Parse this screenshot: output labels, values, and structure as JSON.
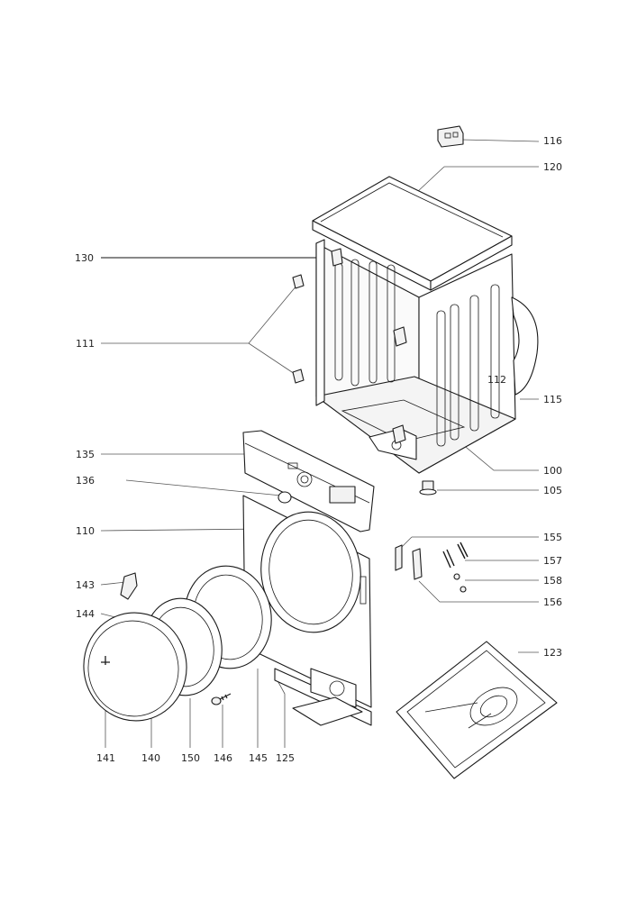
{
  "callouts": [
    {
      "id": "116",
      "label": "116"
    },
    {
      "id": "120",
      "label": "120"
    },
    {
      "id": "130",
      "label": "130"
    },
    {
      "id": "111",
      "label": "111"
    },
    {
      "id": "112",
      "label": "112"
    },
    {
      "id": "115",
      "label": "115"
    },
    {
      "id": "135",
      "label": "135"
    },
    {
      "id": "100",
      "label": "100"
    },
    {
      "id": "136",
      "label": "136"
    },
    {
      "id": "105",
      "label": "105"
    },
    {
      "id": "110",
      "label": "110"
    },
    {
      "id": "155",
      "label": "155"
    },
    {
      "id": "157",
      "label": "157"
    },
    {
      "id": "143",
      "label": "143"
    },
    {
      "id": "158",
      "label": "158"
    },
    {
      "id": "156",
      "label": "156"
    },
    {
      "id": "144",
      "label": "144"
    },
    {
      "id": "123",
      "label": "123"
    },
    {
      "id": "141",
      "label": "141"
    },
    {
      "id": "140",
      "label": "140"
    },
    {
      "id": "150",
      "label": "150"
    },
    {
      "id": "146",
      "label": "146"
    },
    {
      "id": "145",
      "label": "145"
    },
    {
      "id": "125",
      "label": "125"
    }
  ]
}
